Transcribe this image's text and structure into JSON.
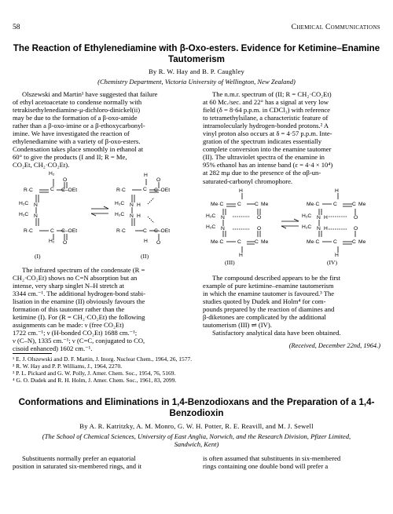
{
  "running_head": {
    "page_number": "58",
    "journal": "Chemical Communications"
  },
  "article1": {
    "title": "The Reaction of Ethylenediamine with β-Oxo-esters.  Evidence for Ketimine–Enamine Tautomerism",
    "authors": "By R. W. Hay and B. P. Caughley",
    "affiliation": "(Chemistry Department, Victoria University of Wellington, New Zealand)",
    "left_intro": [
      "Olszewski and Martin¹ have suggested that failure",
      "of ethyl acetoacetate to condense normally with",
      "tetrakisethylenediamine-μ-dichloro-dinickel(ii)",
      "may be due to the formation of a β-oxo-amide",
      "rather than a β-oxo-imine or a β-ethoxycarbonyl-",
      "imine.  We have investigated the reaction of",
      "ethylenediamine with a variety of β-oxo-esters.",
      "Condensation takes place smoothly in ethanol at",
      "60° to give the products (I and II; R = Me,",
      "CO₂Et, CH₂·CO₂Et)."
    ],
    "left_ir": [
      "The infrared spectrum of the condensate (R =",
      "CH₂·CO₂Et) shows no C=N absorption but an",
      "intense, very sharp singlet N–H stretch at",
      "3344 cm.⁻¹.  The additional hydrogen-bond stabi-",
      "lisation in the enamine (II) obviously favours the",
      "formation of this tautomer rather than the",
      "ketimine (I).  For (R = CH₂·CO₂Et) the following",
      "assignments can be made:  ν (free CO₂Et)",
      "1722 cm.⁻¹;  ν (H-bonded CO₂Et) 1688 cm.⁻¹;",
      "ν (C–N), 1335 cm.⁻¹;  ν (C=C, conjugated to CO,",
      "cisoid enhanced) 1602 cm.⁻¹."
    ],
    "right_nmr": [
      "The n.m.r. spectrum of (II; R = CH₂·CO₂Et)",
      "at 60 Mc./sec. and 22° has a signal at very low",
      "field (δ = 8·64 p.p.m. in CDCl₃) with reference",
      "to tetramethylsilane, a characteristic feature of",
      "intramolecularly hydrogen-bonded protons.²  A",
      "vinyl proton also occurs at δ = 4·57 p.p.m.  Inte-",
      "gration of the spectrum indicates essentially",
      "complete conversion into the enamine tautomer",
      "(II).  The ultraviolet spectra of the enamine in",
      "95% ethanol has an intense band (ε = 4·4 × 10⁴)",
      "at 282 mμ due to the presence of the αβ-un-",
      "saturated-carbonyl chromophore."
    ],
    "right_conclusion": [
      "The compound described appears to be the first",
      "example of pure ketimine–enamine tautomerism",
      "in which the enamine tautomer is favoured.³  The",
      "studies quoted by Dudek and Holm⁴ for com-",
      "pounds prepared by the reaction of diamines and",
      "β-diketones are complicated by the additional",
      "tautomerism (III) ⇌ (IV).",
      "Satisfactory analytical data have been obtained."
    ],
    "received": "(Received, December 22nd, 1964.)",
    "footnotes": [
      "¹ E. J. Olszewski and D. F. Martin, J. Inorg. Nuclear Chem., 1964, 26, 1577.",
      "² R. W. Hay and P. P. Williams, J., 1964, 2270.",
      "³ P. L. Pickard and G. W. Polly, J. Amer. Chem. Soc., 1954, 76, 5169.",
      "⁴ G. O. Dudek and R. H. Holm, J. Amer. Chem. Soc., 1961, 83, 2099."
    ],
    "structure_labels": {
      "I": "(I)",
      "II": "(II)",
      "III": "(III)",
      "IV": "(IV)"
    },
    "atoms": {
      "h2": "H₂",
      "rc": "R·C",
      "ch": "C",
      "coet": "C–OEt",
      "h2c": "H₂C",
      "n": "N",
      "o": "O",
      "h": "H",
      "cme": "C",
      "me": "Me",
      "mec": "Me·C"
    }
  },
  "article2": {
    "title": "Conformations and Eliminations in 1,4-Benzodioxans and the Preparation of a 1,4-Benzodioxin",
    "authors": "By A. R. Katritzky, A. M. Monro, G. W. H. Potter, R. E. Reavill, and M. J. Sewell",
    "affiliation": "(The School of Chemical Sciences, University of East Anglia, Norwich, and the Research Division, Pfizer Limited, Sandwich, Kent)",
    "left_start": [
      "Substituents normally prefer an equatorial",
      "position in saturated six-membered rings, and it"
    ],
    "right_start": [
      "is often assumed that substituents in six-membered",
      "rings containing one double bond will prefer a"
    ]
  }
}
